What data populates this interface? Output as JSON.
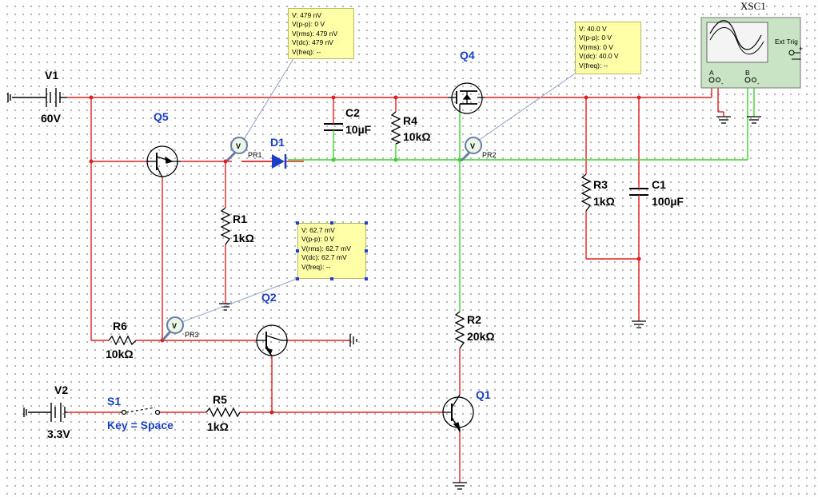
{
  "components": {
    "V1": {
      "ref": "V1",
      "value": "60V"
    },
    "V2": {
      "ref": "V2",
      "value": "3.3V"
    },
    "S1": {
      "ref": "S1",
      "key": "Key = Space"
    },
    "R1": {
      "ref": "R1",
      "value": "1kΩ"
    },
    "R2": {
      "ref": "R2",
      "value": "20kΩ"
    },
    "R3": {
      "ref": "R3",
      "value": "1kΩ"
    },
    "R4": {
      "ref": "R4",
      "value": "10kΩ"
    },
    "R5": {
      "ref": "R5",
      "value": "1kΩ"
    },
    "R6": {
      "ref": "R6",
      "value": "10kΩ"
    },
    "C1": {
      "ref": "C1",
      "value": "100µF"
    },
    "C2": {
      "ref": "C2",
      "value": "10µF"
    },
    "D1": {
      "ref": "D1"
    },
    "Q1": {
      "ref": "Q1"
    },
    "Q2": {
      "ref": "Q2"
    },
    "Q4": {
      "ref": "Q4"
    },
    "Q5": {
      "ref": "Q5"
    },
    "XSC1": {
      "ref": "XSC1",
      "ext_trig": "Ext Trig",
      "ch_a": "A",
      "ch_b": "B"
    }
  },
  "probes": {
    "PR1": {
      "name": "PR1",
      "v": "V: 479 nV",
      "vpp": "V(p-p): 0 V",
      "vrms": "V(rms): 479 nV",
      "vdc": "V(dc): 479 nV",
      "vfreq": "V(freq): --"
    },
    "PR2": {
      "name": "PR2",
      "v": "V: 40.0 V",
      "vpp": "V(p-p): 0 V",
      "vrms": "V(rms): 0 V",
      "vdc": "V(dc): 40.0 V",
      "vfreq": "V(freq): --"
    },
    "PR3": {
      "name": "PR3",
      "v": "V: 62.7 mV",
      "vpp": "V(p-p): 0 V",
      "vrms": "V(rms): 62.7 mV",
      "vdc": "V(dc): 62.7 mV",
      "vfreq": "V(freq): --"
    }
  },
  "probe_icon_glyph": "V",
  "colors": {
    "wire": "#e02020",
    "probe_wire": "#39d42a",
    "ref": "#1a3fc7",
    "probe_bg": "#ffffa8",
    "scope_bg": "#c9e4c5"
  }
}
